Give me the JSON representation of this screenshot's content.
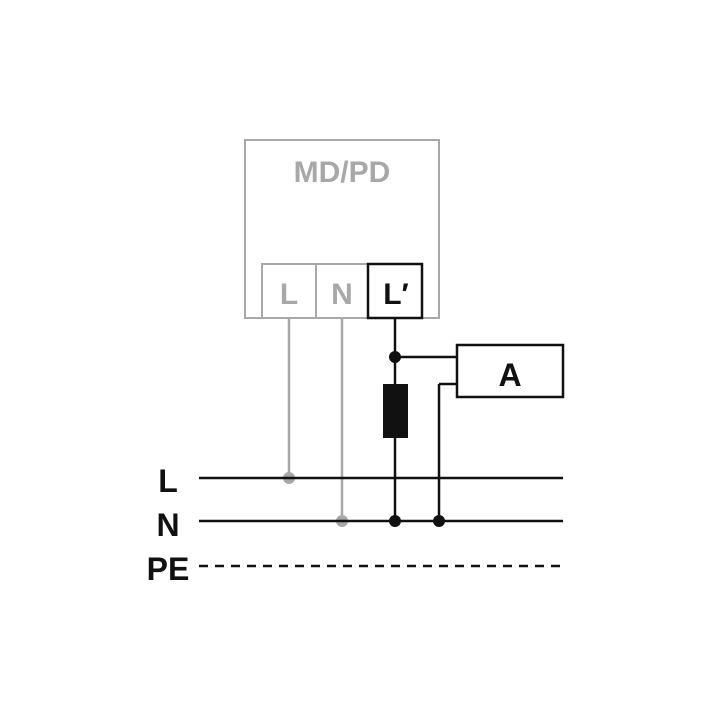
{
  "device": {
    "title": "MD/PD",
    "terminals": [
      {
        "label": "L",
        "state": "inactive"
      },
      {
        "label": "N",
        "state": "inactive"
      },
      {
        "label": "L′",
        "state": "active"
      }
    ]
  },
  "load": {
    "label": "A"
  },
  "bus": {
    "lines": [
      {
        "label": "L",
        "style": "solid"
      },
      {
        "label": "N",
        "style": "solid"
      },
      {
        "label": "PE",
        "style": "dashed"
      }
    ]
  },
  "colors": {
    "inactive": "#a8a8a8",
    "active": "#111111"
  }
}
